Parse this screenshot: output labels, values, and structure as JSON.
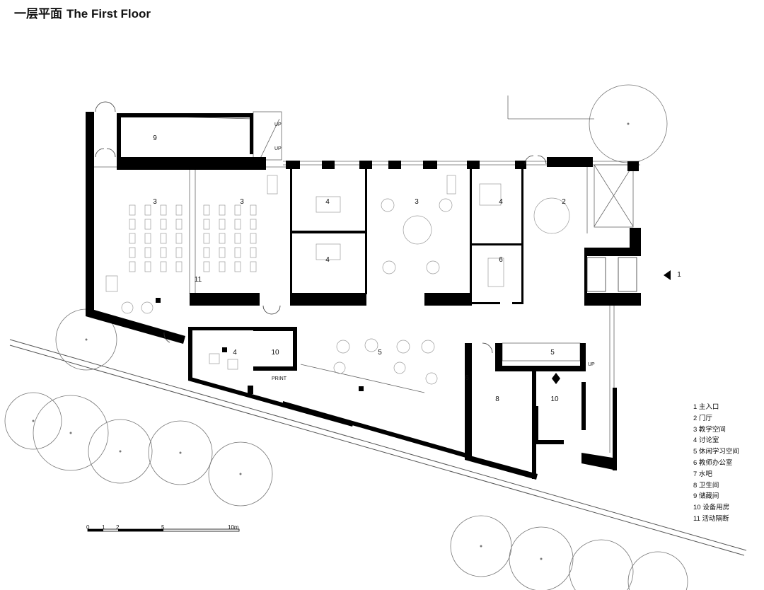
{
  "title": {
    "cn": "一层平面",
    "en": "The First Floor"
  },
  "room_labels": [
    {
      "id": "storage-top",
      "num": "9"
    },
    {
      "id": "classroom-a",
      "num": "3"
    },
    {
      "id": "classroom-b",
      "num": "3"
    },
    {
      "id": "discussion-a",
      "num": "4"
    },
    {
      "id": "discussion-b",
      "num": "4"
    },
    {
      "id": "classroom-c",
      "num": "3"
    },
    {
      "id": "discussion-c",
      "num": "4"
    },
    {
      "id": "lobby",
      "num": "2"
    },
    {
      "id": "teacher-office-top",
      "num": "6"
    },
    {
      "id": "main-entrance",
      "num": "1"
    },
    {
      "id": "partition",
      "num": "11"
    },
    {
      "id": "discussion-d",
      "num": "4"
    },
    {
      "id": "equipment-a",
      "num": "10"
    },
    {
      "id": "leisure-study",
      "num": "5"
    },
    {
      "id": "teacher-office-bottom",
      "num": "6"
    },
    {
      "id": "toilet",
      "num": "8"
    },
    {
      "id": "leisure-study-b",
      "num": "5"
    },
    {
      "id": "equipment-b",
      "num": "10"
    }
  ],
  "annotations": {
    "print": "PRINT",
    "up": "UP"
  },
  "legend": [
    "1 主入口",
    "2 门厅",
    "3 教学空间",
    "4 讨论室",
    "5 休闲学习空间",
    "6 教师办公室",
    "7 水吧",
    "8 卫生间",
    "9 储藏间",
    "10 设备用房",
    "11 活动隔断"
  ],
  "scale_bar": {
    "ticks": [
      "0",
      "1",
      "2",
      "5",
      "10m"
    ]
  }
}
